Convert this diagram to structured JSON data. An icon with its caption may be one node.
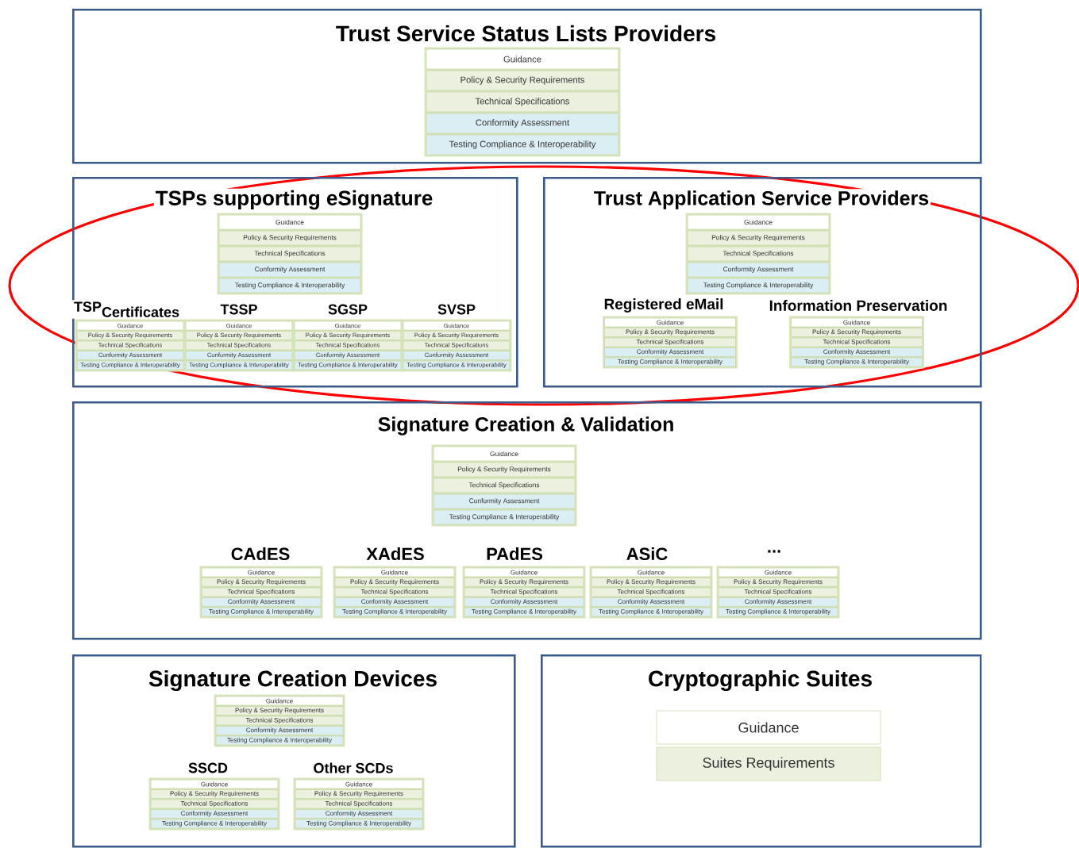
{
  "diagram": {
    "nodes": [
      {
        "text": [
          "Trust Service Status Lists Providers"
        ]
      },
      {
        "text": [
          "Guidance"
        ],
        "in": 0
      },
      {
        "text": [
          "Policy & Security Requirements"
        ],
        "in": 0
      },
      {
        "text": [
          "Technical Specifications"
        ],
        "in": 0
      },
      {
        "text": [
          "Conformity Assessment"
        ],
        "in": 0
      },
      {
        "text": [
          "Testing Compliance & Interoperability"
        ],
        "in": 0
      },
      {
        "text": [
          "TSPs supporting eSignature"
        ]
      },
      {
        "text": [
          "Guidance"
        ],
        "in": 6
      },
      {
        "text": [
          "Policy & Security Requirements"
        ],
        "in": 6
      },
      {
        "text": [
          "Technical Specifications"
        ],
        "in": 6
      },
      {
        "text": [
          "Conformity Assessment"
        ],
        "in": 6
      },
      {
        "text": [
          "Testing Compliance & Interoperability"
        ],
        "in": 6
      },
      {
        "text": [
          "\\textbf{TSP}_{\\textbf{Certificates}}"
        ],
        "in": 6
      },
      {
        "text": [
          "Guidance"
        ],
        "in": 12
      },
      {
        "text": [
          "Policy & Security Requirements"
        ],
        "in": 12
      },
      {
        "text": [
          "Technical Specifications"
        ],
        "in": 12
      },
      {
        "text": [
          "Conformity Assessment"
        ],
        "in": 12
      },
      {
        "text": [
          "Testing Compliance & Interoperability"
        ],
        "in": 12
      },
      {
        "text": [
          "TSSP"
        ],
        "in": 6
      },
      {
        "text": [
          "Guidance"
        ],
        "in": 18
      },
      {
        "text": [
          "Policy & Security Requirements"
        ],
        "in": 18
      },
      {
        "text": [
          "Technical Specifications"
        ],
        "in": 18
      },
      {
        "text": [
          "Conformity Assessment"
        ],
        "in": 18
      },
      {
        "text": [
          "Testing Compliance & Interoperability"
        ],
        "in": 18
      },
      {
        "text": [
          "SGSP"
        ],
        "in": 6
      },
      {
        "text": [
          "Guidance"
        ],
        "in": 24
      },
      {
        "text": [
          "Policy & Security Requirements"
        ],
        "in": 24
      },
      {
        "text": [
          "Technical Specifications"
        ],
        "in": 24
      },
      {
        "text": [
          "Conformity Assessment"
        ],
        "in": 24
      },
      {
        "text": [
          "Testing Compliance & Interoperability"
        ],
        "in": 24
      },
      {
        "text": [
          "SVSP"
        ],
        "in": 6
      },
      {
        "text": [
          "Guidance"
        ],
        "in": 30
      },
      {
        "text": [
          "Policy & Security Requirements"
        ],
        "in": 30
      },
      {
        "text": [
          "Technical Specifications"
        ],
        "in": 30
      },
      {
        "text": [
          "Conformity Assessment"
        ],
        "in": 30
      },
      {
        "text": [
          "Testing Compliance & Interoperability"
        ],
        "in": 30
      },
      {
        "text": [
          "Trust Application Service Providers"
        ]
      },
      {
        "text": [
          "Guidance"
        ],
        "in": 36
      },
      {
        "text": [
          "Policy & Security Requirements"
        ],
        "in": 36
      },
      {
        "text": [
          "Technical Specifications"
        ],
        "in": 36
      },
      {
        "text": [
          "Conformity Assessment"
        ],
        "in": 36
      },
      {
        "text": [
          "Testing Compliance & Interoperability"
        ],
        "in": 36
      },
      {
        "text": [
          "Registered eMail"
        ],
        "in": 36
      },
      {
        "text": [
          "Guidance"
        ],
        "in": 42
      },
      {
        "text": [
          "Policy & Security Requirements"
        ],
        "in": 42
      },
      {
        "text": [
          "Technical Specifications"
        ],
        "in": 42
      },
      {
        "text": [
          "Conformity Assessment"
        ],
        "in": 42
      },
      {
        "text": [
          "Testing Compliance & Interoperability"
        ],
        "in": 42
      },
      {
        "text": [
          "Information Preservation"
        ],
        "in": 36
      },
      {
        "text": [
          "Guidance"
        ],
        "in": 48
      },
      {
        "text": [
          "Policy & Security Requirements"
        ],
        "in": 48
      },
      {
        "text": [
          "Technical Specifications"
        ],
        "in": 48
      },
      {
        "text": [
          "Conformity Assessment"
        ],
        "in": 48
      },
      {
        "text": [
          "Testing Compliance & Interoperability"
        ],
        "in": 48
      },
      {
        "text": [
          "Signature Creation & Validation"
        ]
      },
      {
        "text": [
          "Guidance"
        ],
        "in": 54
      },
      {
        "text": [
          "Policy & Security Requirements"
        ],
        "in": 54
      },
      {
        "text": [
          "Technical Specifications"
        ],
        "in": 54
      },
      {
        "text": [
          "Conformity Assessment"
        ],
        "in": 54
      },
      {
        "text": [
          "Testing Compliance & Interoperability"
        ],
        "in": 54
      },
      {
        "text": [
          "CAdES"
        ],
        "in": 54
      },
      {
        "text": [
          "Guidance"
        ],
        "in": 60
      },
      {
        "text": [
          "Policy & Security Requirements"
        ],
        "in": 60
      },
      {
        "text": [
          "Technical Specifications"
        ],
        "in": 60
      },
      {
        "text": [
          "Conformity Assessment"
        ],
        "in": 60
      },
      {
        "text": [
          "Testing Compliance & Interoperability"
        ],
        "in": 60
      },
      {
        "text": [
          "XAdES"
        ],
        "in": 54
      },
      {
        "text": [
          "Guidance"
        ],
        "in": 66
      },
      {
        "text": [
          "Policy & Security Requirements"
        ],
        "in": 66
      },
      {
        "text": [
          "Technical Specifications"
        ],
        "in": 66
      },
      {
        "text": [
          "Conformity Assessment"
        ],
        "in": 66
      },
      {
        "text": [
          "Testing Compliance & Interoperability"
        ],
        "in": 66
      },
      {
        "text": [
          "PAdES"
        ],
        "in": 54
      },
      {
        "text": [
          "Guidance"
        ],
        "in": 72
      },
      {
        "text": [
          "Policy & Security Requirements"
        ],
        "in": 72
      },
      {
        "text": [
          "Technical Specifications"
        ],
        "in": 72
      },
      {
        "text": [
          "Conformity Assessment"
        ],
        "in": 72
      },
      {
        "text": [
          "Testing Compliance & Interoperability"
        ],
        "in": 72
      },
      {
        "text": [
          "ASiC"
        ],
        "in": 54
      },
      {
        "text": [
          "Guidance"
        ],
        "in": 78
      },
      {
        "text": [
          "Policy & Security Requirements"
        ],
        "in": 78
      },
      {
        "text": [
          "Technical Specifications"
        ],
        "in": 78
      },
      {
        "text": [
          "Conformity Assessment"
        ],
        "in": 78
      },
      {
        "text": [
          "Testing Compliance & Interoperability"
        ],
        "in": 78
      },
      {
        "text": [
          "..."
        ],
        "in": 54
      },
      {
        "text": [
          "Guidance"
        ],
        "in": 84
      },
      {
        "text": [
          "Policy & Security Requirements"
        ],
        "in": 84
      },
      {
        "text": [
          "Technical Specifications"
        ],
        "in": 84
      },
      {
        "text": [
          "Conformity Assessment"
        ],
        "in": 84
      },
      {
        "text": [
          "Testing Compliance & Interoperability"
        ],
        "in": 84
      },
      {
        "text": [
          "Signature Creation Devices"
        ]
      },
      {
        "text": [
          "Guidance"
        ],
        "in": 90
      },
      {
        "text": [
          "Policy & Security Requirements"
        ],
        "in": 90
      },
      {
        "text": [
          "Technical Specifications"
        ],
        "in": 90
      },
      {
        "text": [
          "Conformity Assessment"
        ],
        "in": 90
      },
      {
        "text": [
          "Testing Compliance & Interoperability"
        ],
        "in": 90
      },
      {
        "text": [
          "SSCD"
        ],
        "in": 90
      },
      {
        "text": [
          "Guidance"
        ],
        "in": 96
      },
      {
        "text": [
          "Policy & Security Requirements"
        ],
        "in": 96
      },
      {
        "text": [
          "Technical Specifications"
        ],
        "in": 96
      },
      {
        "text": [
          "Conformity Assessment"
        ],
        "in": 96
      },
      {
        "text": [
          "Testing Compliance & Interoperability"
        ],
        "in": 96
      },
      {
        "text": [
          "Other SCDs"
        ],
        "in": 90
      },
      {
        "text": [
          "Guidance"
        ],
        "in": 102
      },
      {
        "text": [
          "Policy & Security Requirements"
        ],
        "in": 102
      },
      {
        "text": [
          "Technical Specifications"
        ],
        "in": 102
      },
      {
        "text": [
          "Conformity Assessment"
        ],
        "in": 102
      },
      {
        "text": [
          "Testing Compliance & Interoperability"
        ],
        "in": 102
      },
      {
        "text": [
          "Cryptographic Suites"
        ]
      },
      {
        "text": [
          "Guidance"
        ],
        "in": 108
      },
      {
        "text": [
          "Suites Requirements"
        ],
        "in": 108
      }
    ]
  }
}
